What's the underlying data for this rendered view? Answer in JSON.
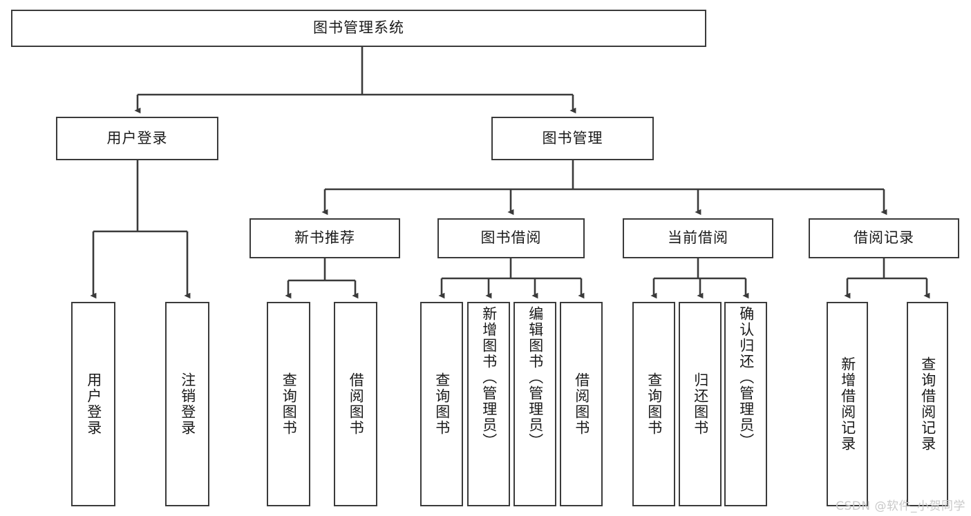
{
  "diagram": {
    "title": "图书管理系统",
    "type": "tree-hierarchy",
    "watermark": "CSDN @软件_小贺同学",
    "root": {
      "label": "图书管理系统"
    },
    "level1": [
      {
        "label": "用户登录"
      },
      {
        "label": "图书管理"
      }
    ],
    "level2": [
      {
        "label": "新书推荐"
      },
      {
        "label": "图书借阅"
      },
      {
        "label": "当前借阅"
      },
      {
        "label": "借阅记录"
      }
    ],
    "leaves": {
      "user_login": [
        {
          "label": "用户登录"
        },
        {
          "label": "注销登录"
        }
      ],
      "new_book_recommend": [
        {
          "label": "查询图书"
        },
        {
          "label": "借阅图书"
        }
      ],
      "book_borrow": [
        {
          "label": "查询图书"
        },
        {
          "label": "新增图书（管理员）"
        },
        {
          "label": "编辑图书（管理员）"
        },
        {
          "label": "借阅图书"
        }
      ],
      "current_borrow": [
        {
          "label": "查询图书"
        },
        {
          "label": "归还图书"
        },
        {
          "label": "确认归还（管理员）"
        }
      ],
      "borrow_record": [
        {
          "label": "新增借阅记录"
        },
        {
          "label": "查询借阅记录"
        }
      ]
    },
    "colors": {
      "stroke": "#3a3a3a",
      "background": "#ffffff",
      "text": "#1a1a1a",
      "watermark": "#c9c9c9"
    }
  }
}
